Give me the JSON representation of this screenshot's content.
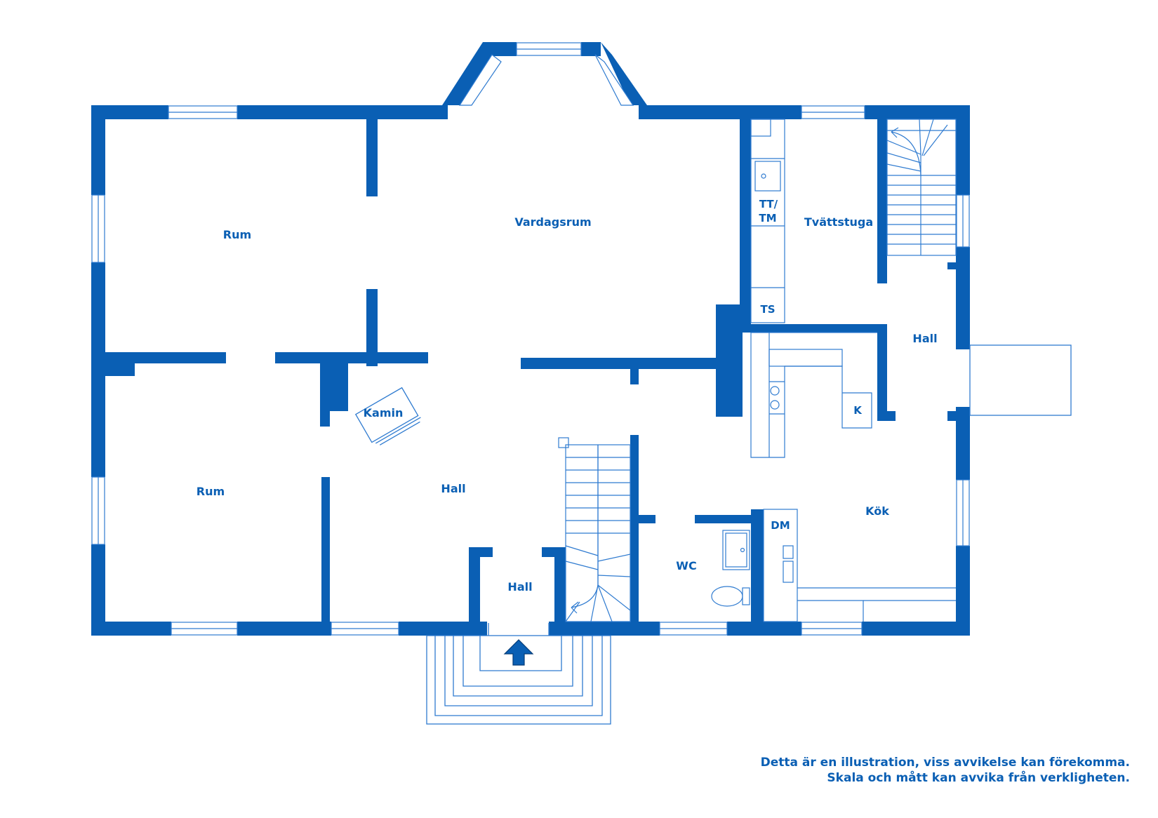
{
  "colors": {
    "wall": "#0a5fb4",
    "line": "#2f7bd0",
    "background": "#ffffff"
  },
  "rooms": {
    "rum_top": "Rum",
    "vardagsrum": "Vardagsrum",
    "tt_tm_line1": "TT/",
    "tt_tm_line2": "TM",
    "tvattstuga": "Tvättstuga",
    "ts": "TS",
    "hall_east": "Hall",
    "kamin": "Kamin",
    "k": "K",
    "rum_bottom": "Rum",
    "hall_main": "Hall",
    "kok": "Kök",
    "dm": "DM",
    "wc": "WC",
    "hall_entry": "Hall"
  },
  "icons": {
    "entrance": "entrance-arrow-icon"
  },
  "disclaimer": {
    "line1": "Detta är en illustration, viss avvikelse kan förekomma.",
    "line2": "Skala och mått kan avvika från verkligheten."
  }
}
